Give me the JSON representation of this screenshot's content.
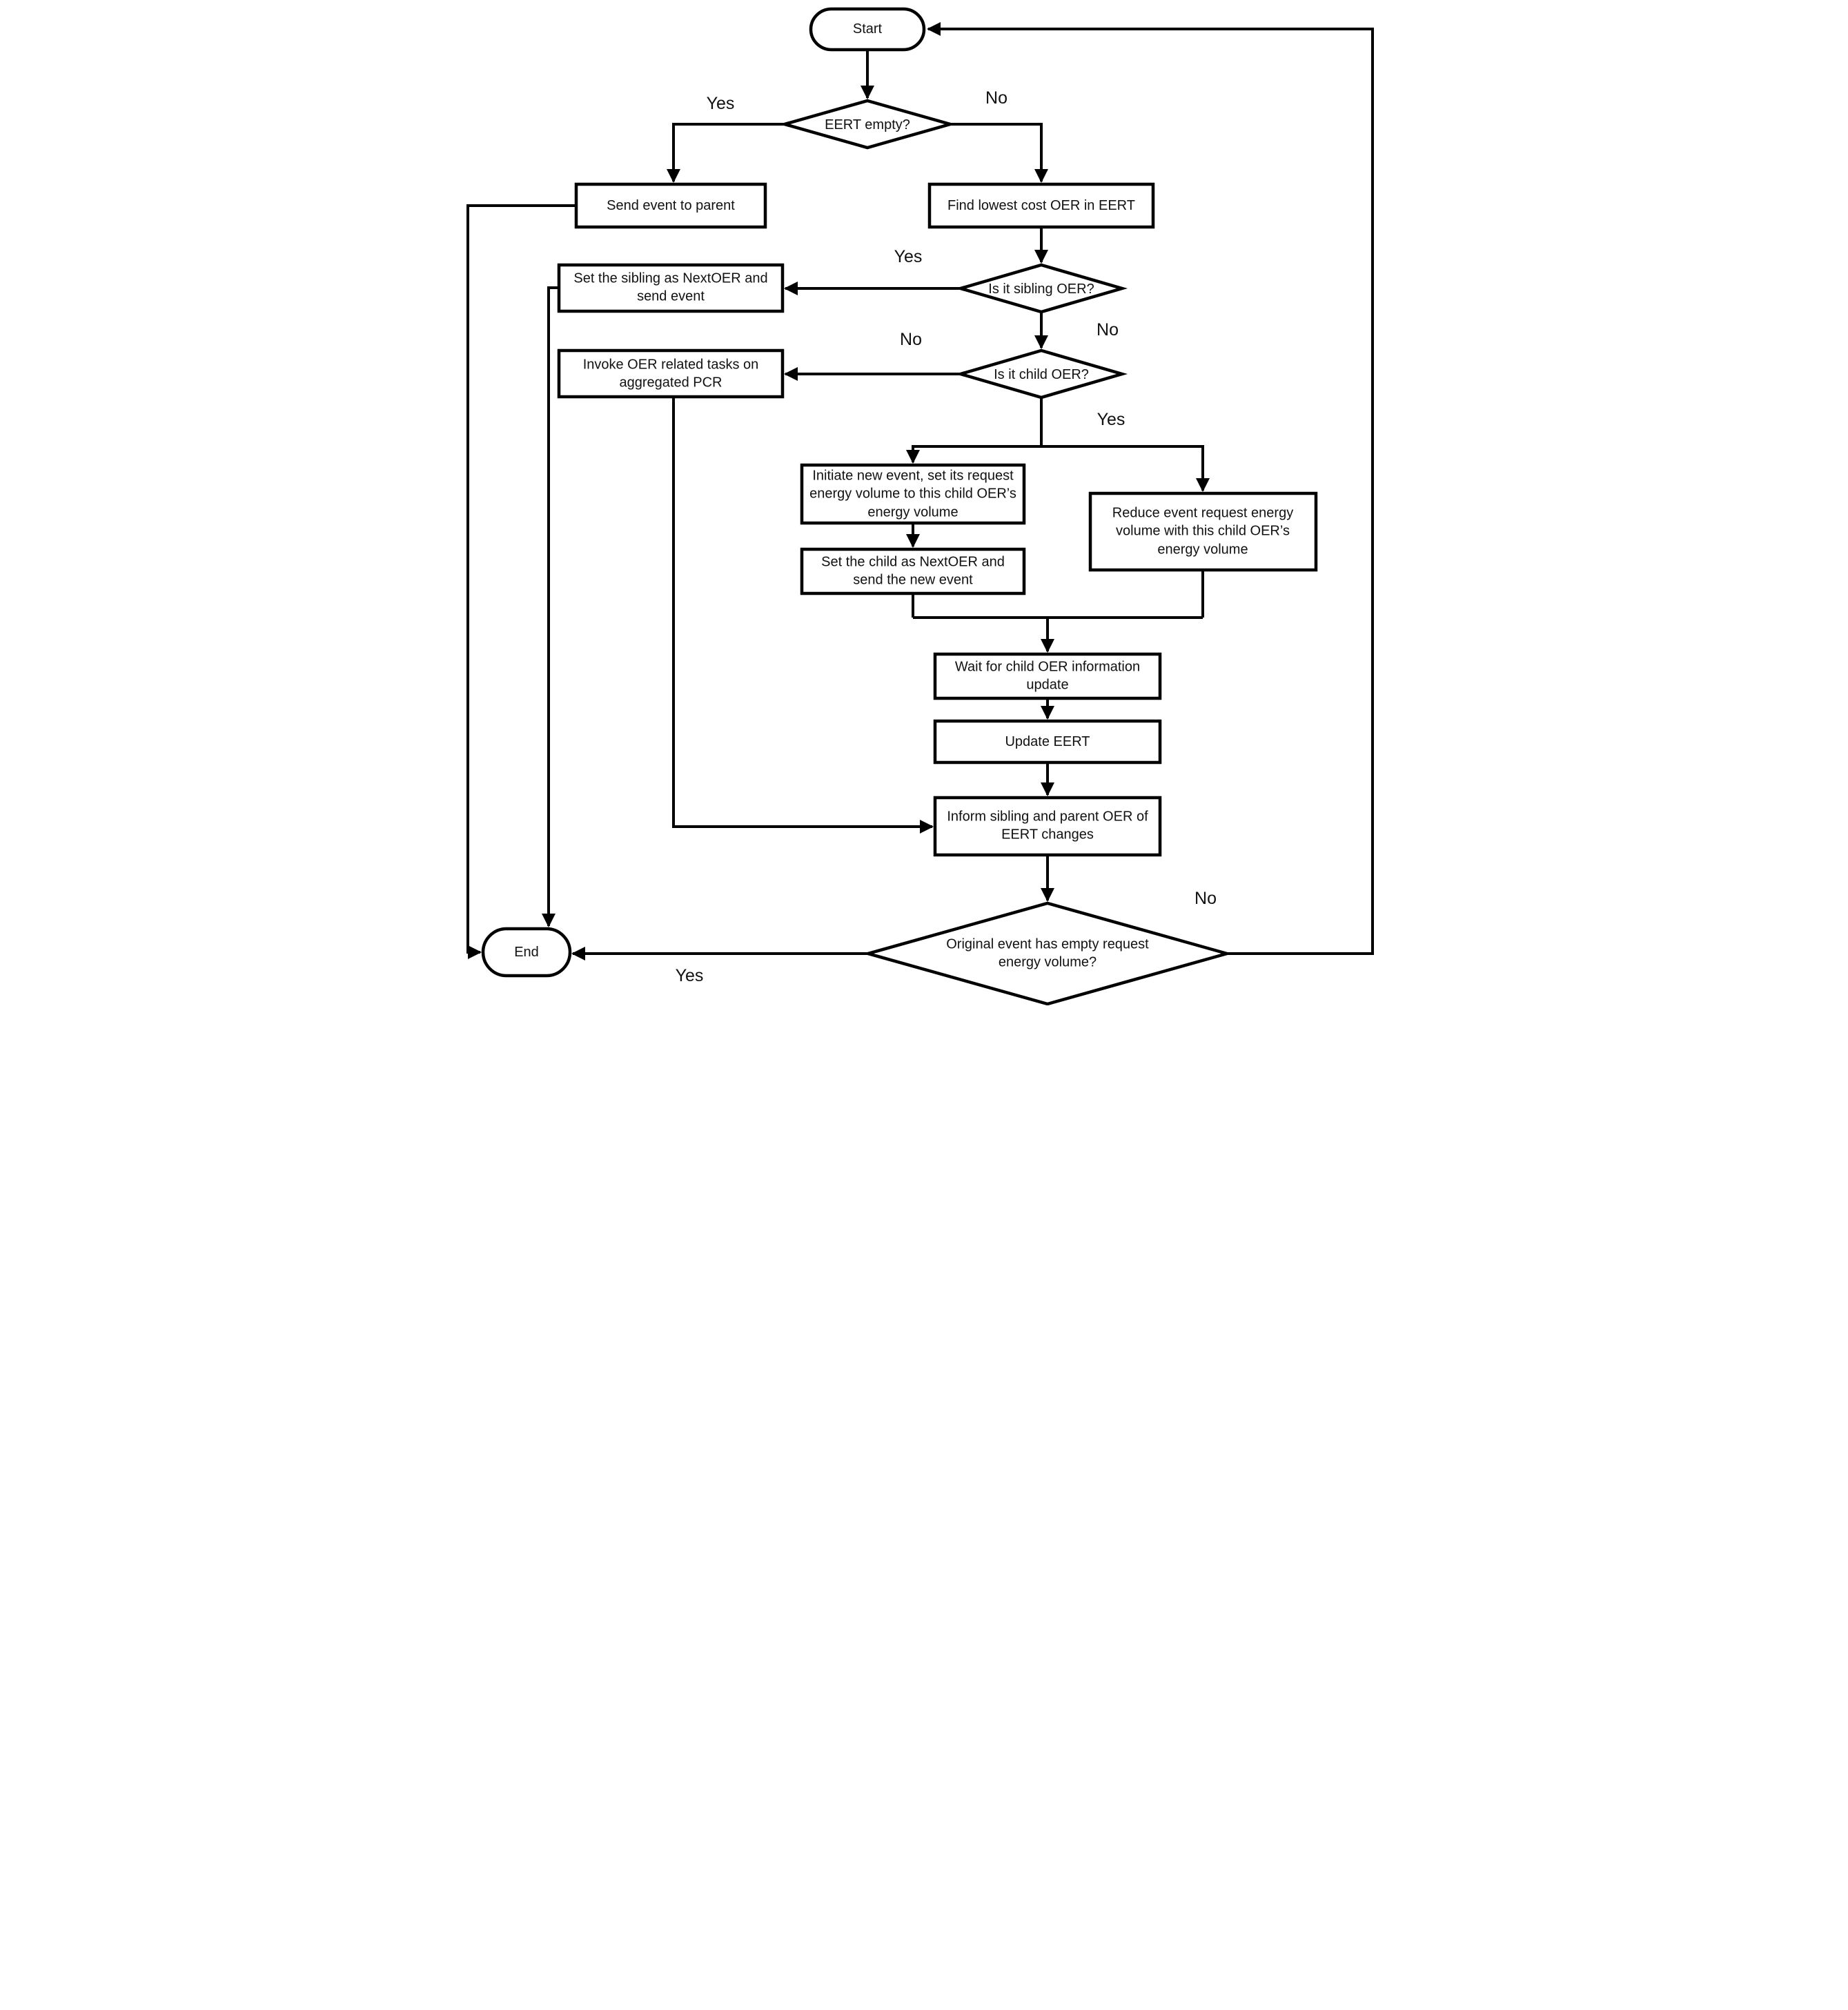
{
  "diagram": {
    "colors": {
      "stroke": "#000000",
      "node_fill": "#ffffff",
      "background": "#ffffff",
      "text": "#111111"
    },
    "nodes": {
      "start": {
        "type": "terminal",
        "label": "Start"
      },
      "eert_empty": {
        "type": "decision",
        "label": "EERT empty?"
      },
      "send_parent": {
        "type": "process",
        "label": "Send event to parent"
      },
      "find_lowest": {
        "type": "process",
        "label": "Find lowest cost OER in EERT"
      },
      "is_sibling": {
        "type": "decision",
        "label": "Is it sibling OER?"
      },
      "set_sibling": {
        "type": "process",
        "label": "Set the sibling as NextOER and send event"
      },
      "is_child": {
        "type": "decision",
        "label": "Is it child OER?"
      },
      "invoke_pcr": {
        "type": "process",
        "label": "Invoke OER related tasks on aggregated PCR"
      },
      "initiate_event": {
        "type": "process",
        "label": "Initiate new event, set its request energy volume to this child OER’s energy volume"
      },
      "set_child": {
        "type": "process",
        "label": "Set the child as NextOER and send the new event"
      },
      "reduce_volume": {
        "type": "process",
        "label": "Reduce event request energy volume with this child OER’s energy volume"
      },
      "wait_update": {
        "type": "process",
        "label": "Wait for child OER information update"
      },
      "update_eert": {
        "type": "process",
        "label": "Update EERT"
      },
      "inform_changes": {
        "type": "process",
        "label": "Inform sibling and parent OER of EERT changes"
      },
      "original_empty": {
        "type": "decision",
        "label": "Original event has empty request energy volume?"
      },
      "end": {
        "type": "terminal",
        "label": "End"
      }
    },
    "edge_labels": {
      "eert_yes": "Yes",
      "eert_no": "No",
      "sibling_yes": "Yes",
      "sibling_no": "No",
      "child_no": "No",
      "child_yes": "Yes",
      "original_no": "No",
      "original_yes": "Yes"
    }
  }
}
